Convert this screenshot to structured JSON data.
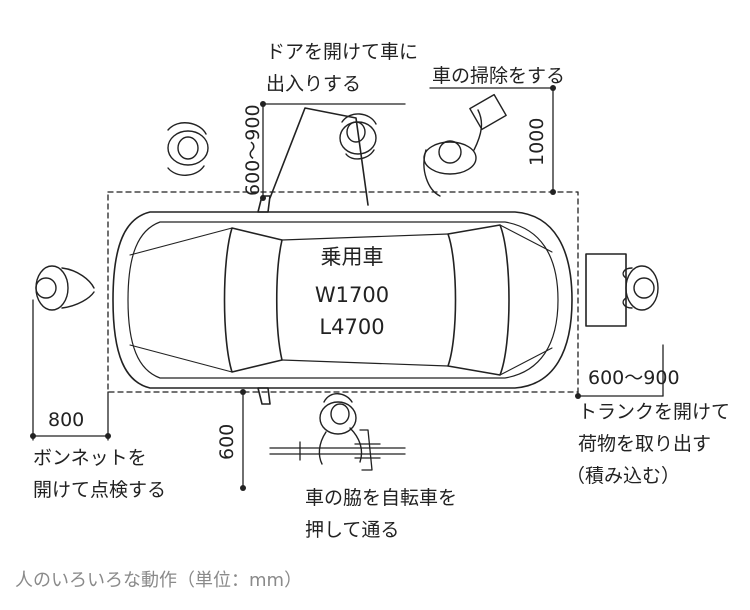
{
  "car": {
    "name": "乗用車",
    "width_label": "W1700",
    "length_label": "L4700"
  },
  "activities": {
    "door": {
      "line1": "ドアを開けて車に",
      "line2": "出入りする",
      "dimension": "600〜900"
    },
    "cleaning": {
      "label": "車の掃除をする",
      "dimension": "1000"
    },
    "hood": {
      "line1": "ボンネットを",
      "line2": "開けて点検する",
      "dimension": "800"
    },
    "trunk": {
      "line1": "トランクを開けて",
      "line2": "荷物を取り出す",
      "line3": "（積み込む）",
      "dimension": "600〜900"
    },
    "bicycle": {
      "line1": "車の脇を自転車を",
      "line2": "押して通る",
      "dimension": "600"
    }
  },
  "caption": "人のいろいろな動作（単位：mm）",
  "colors": {
    "line": "#222222",
    "caption": "#8a8a8a",
    "background": "#ffffff"
  }
}
